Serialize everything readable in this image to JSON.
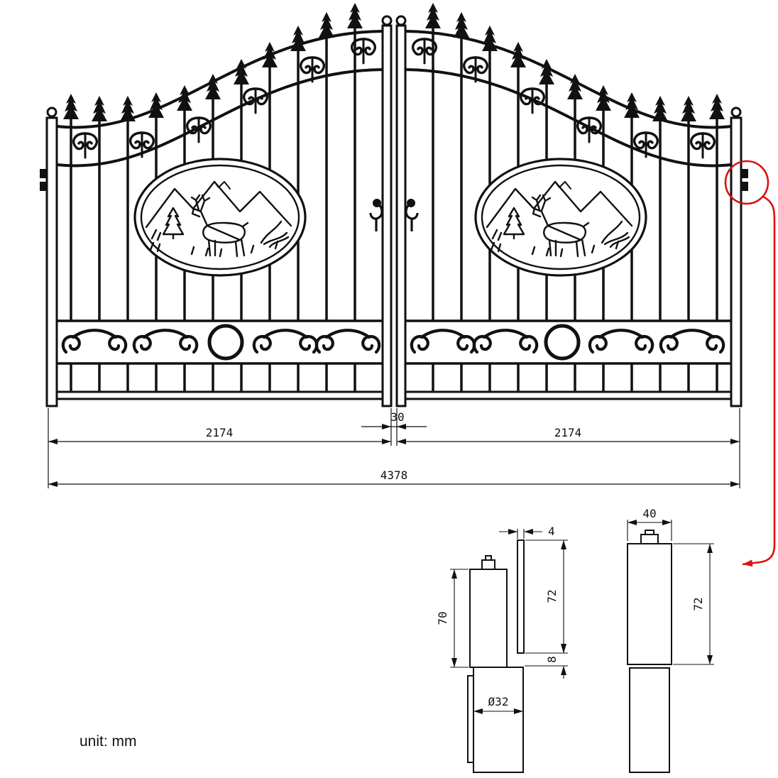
{
  "drawing": {
    "unit_label": "unit: mm",
    "colors": {
      "highlight": "#dd1111",
      "line": "#111111"
    },
    "gate": {
      "left_leaf_width": "2174",
      "gap_width": "30",
      "right_leaf_width": "2174",
      "total_width": "4378"
    },
    "hinge": {
      "side_view": {
        "plate_thickness": "4",
        "body_height": "70",
        "plate_height": "72",
        "plate_to_barrel_gap": "8",
        "barrel_diameter": "Ø32"
      },
      "front_view": {
        "body_width": "40",
        "body_height": "72"
      }
    }
  }
}
